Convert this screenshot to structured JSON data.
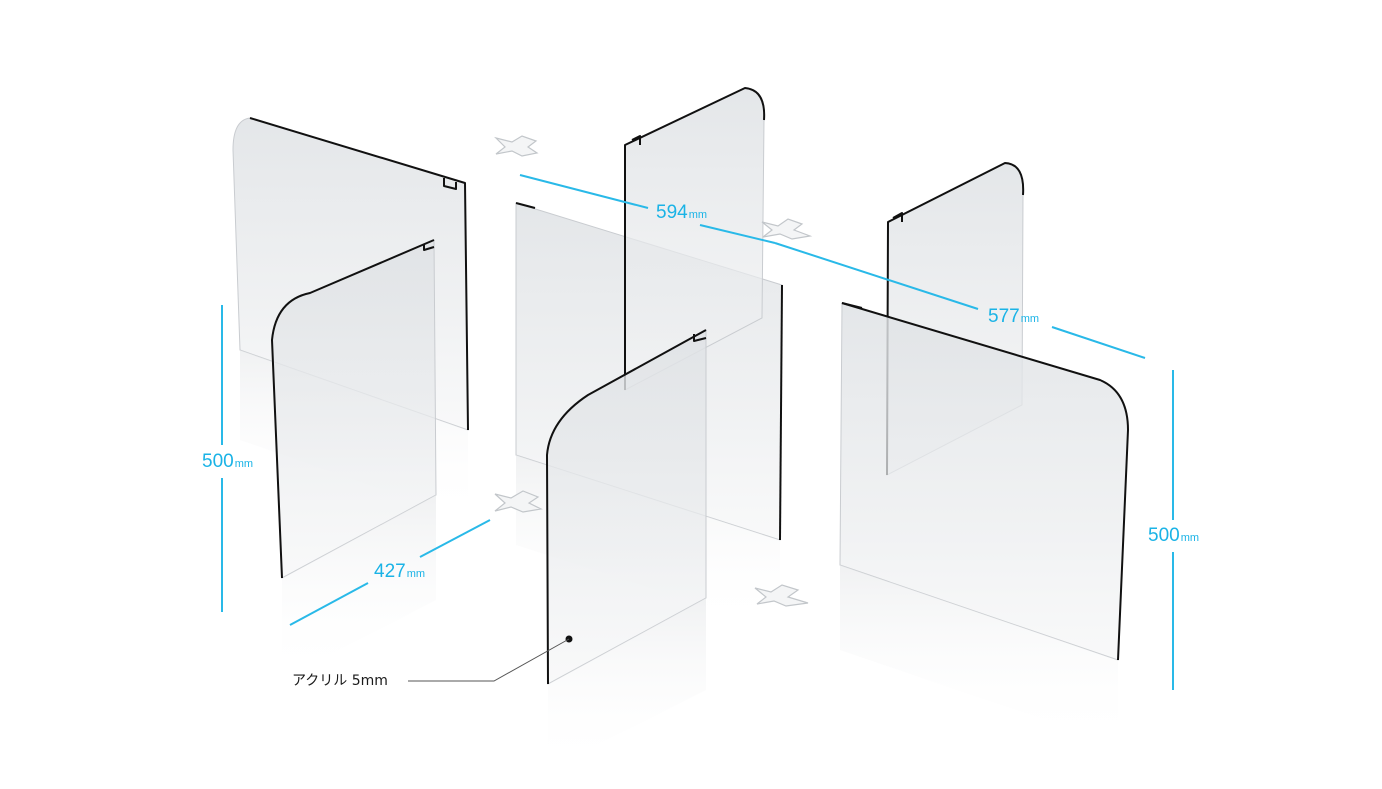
{
  "dimensions": {
    "width_front": {
      "value": "594",
      "unit": "mm"
    },
    "width_right": {
      "value": "577",
      "unit": "mm"
    },
    "depth_left": {
      "value": "427",
      "unit": "mm"
    },
    "height_left": {
      "value": "500",
      "unit": "mm"
    },
    "height_right": {
      "value": "500",
      "unit": "mm"
    }
  },
  "callout": {
    "material_label": "アクリル 5mm"
  },
  "colors": {
    "dimension": "#29b9e8",
    "panel_edge": "#111111",
    "panel_face": "#e6e8ea"
  }
}
